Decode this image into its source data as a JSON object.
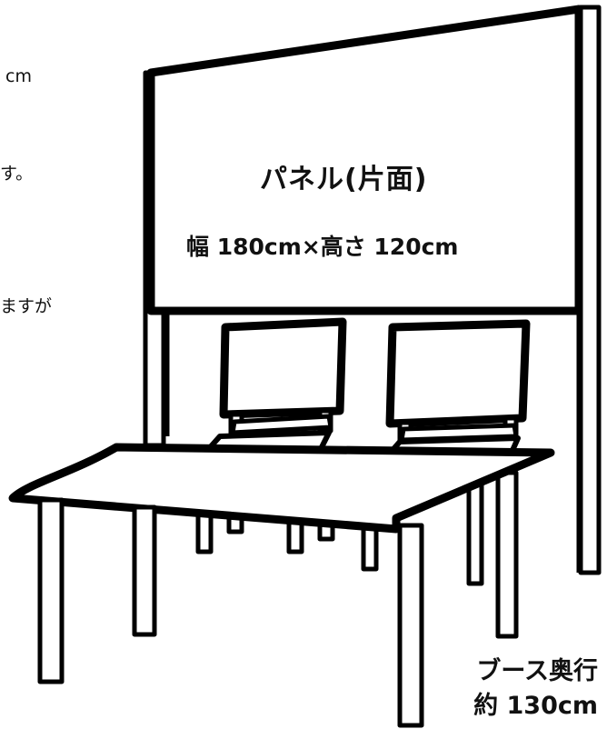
{
  "left_fragments": {
    "line1": "cm",
    "line2": "す。",
    "line3": "ますが"
  },
  "panel": {
    "title": "パネル(片面)",
    "size": "幅 180cm×高さ 120cm"
  },
  "depth": {
    "line1": "ブース奥行",
    "line2": "約 130cm"
  },
  "colors": {
    "stroke": "#000000",
    "fill": "#ffffff",
    "text": "#111111"
  }
}
